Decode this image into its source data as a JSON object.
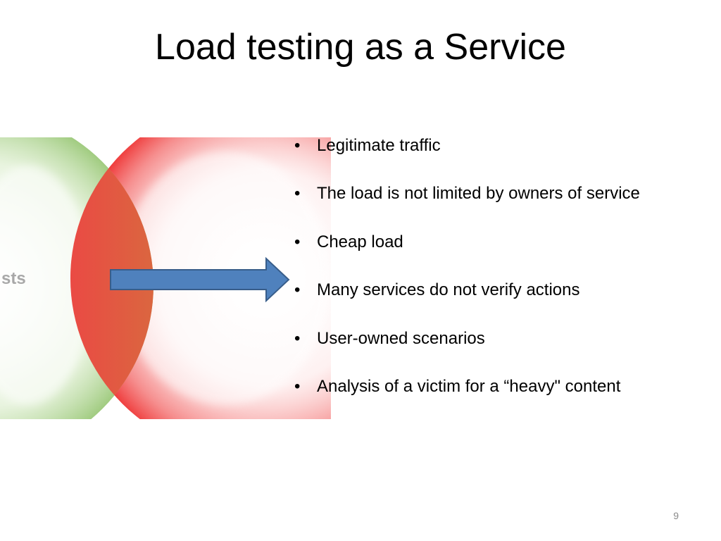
{
  "slide": {
    "title": "Load testing as a Service",
    "page_number": "9"
  },
  "graphic": {
    "partial_label": "sts",
    "colors": {
      "green": "#9cc97a",
      "red": "#ee3a3a",
      "overlap_left": "#e8524a",
      "overlap_right": "#9ec24a",
      "arrow_fill": "#4f81bd",
      "arrow_stroke": "#385d8a"
    },
    "arrow_icon": "right-arrow-icon"
  },
  "bullets": [
    {
      "text": "Legitimate traffic"
    },
    {
      "text": "The load is not limited by owners of service"
    },
    {
      "text": "Cheap load"
    },
    {
      "text": "Many services do not verify actions"
    },
    {
      "text": "User-owned scenarios"
    },
    {
      "text": "Analysis of a victim for a “heavy\" content"
    }
  ],
  "bullet_symbol": "•"
}
